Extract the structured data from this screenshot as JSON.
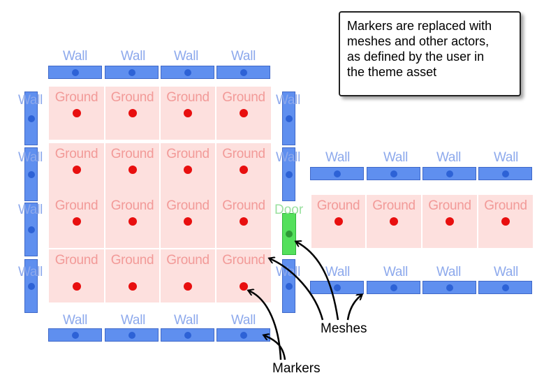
{
  "callout": {
    "lines": [
      "Markers are replaced with",
      "meshes and other actors,",
      "as defined by the user in",
      "the theme asset"
    ]
  },
  "labels": {
    "wall": "Wall",
    "ground": "Ground",
    "door": "Door"
  },
  "annotations": {
    "meshes": "Meshes",
    "markers": "Markers"
  },
  "colors": {
    "ground_fill": "#fde0de",
    "ground_marker": "#e80f0f",
    "wall_fill": "#5f8fef",
    "wall_marker": "#2d62d6",
    "door_fill": "#54e05c"
  }
}
